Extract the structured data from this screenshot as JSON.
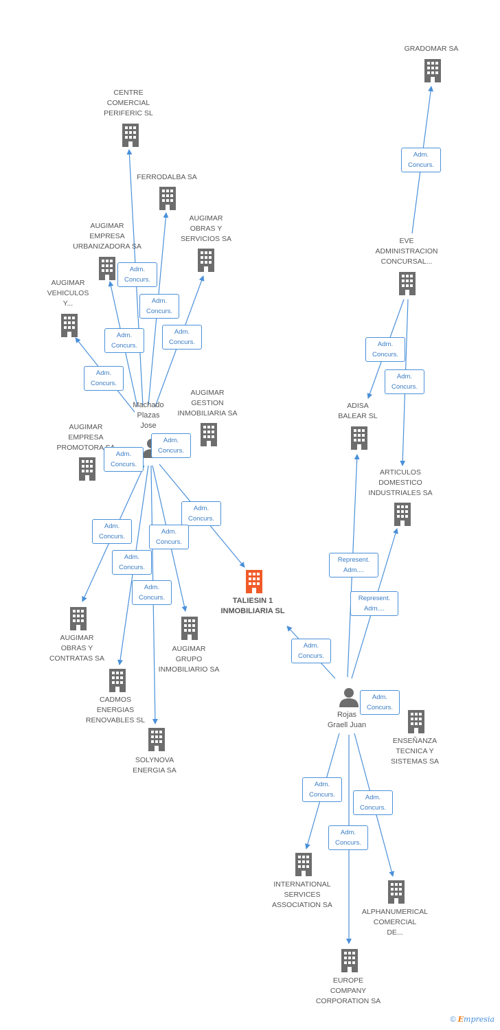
{
  "colors": {
    "edge": "#4a90d9",
    "building": "#6d6d6d",
    "center_building": "#f05a28",
    "person": "#6d6d6d",
    "text": "#555555"
  },
  "nodes": {
    "gradomar": "GRADOMAR SA",
    "centre": "CENTRE\nCOMERCIAL\nPERIFERIC SL",
    "ferrodalba": "FERRODALBA SA",
    "augimar_obras_servicios": "AUGIMAR\nOBRAS Y\nSERVICIOS SA",
    "augimar_urbanizadora": "AUGIMAR\nEMPRESA\nURBANIZADORA SA",
    "augimar_vehiculos": "AUGIMAR\nVEHICULOS\nY...",
    "eve": "EVE\nADMINISTRACION\nCONCURSAL...",
    "machado": "Machado\nPlazas\nJose",
    "augimar_gestion": "AUGIMAR\nGESTION\nINMOBILIARIA SA",
    "augimar_promotora": "AUGIMAR\nEMPRESA\nPROMOTORA SA",
    "adisa": "ADISA\nBALEAR SL",
    "articulos": "ARTICULOS\nDOMESTICO\nINDUSTRIALES SA",
    "taliesin": "TALIESIN 1\nINMOBILIARIA SL",
    "augimar_obras_contratas": "AUGIMAR\nOBRAS Y\nCONTRATAS SA",
    "augimar_grupo": "AUGIMAR\nGRUPO\nINMOBILIARIO SA",
    "cadmos": "CADMOS\nENERGIAS\nRENOVABLES SL",
    "solynova": "SOLYNOVA\nENERGIA SA",
    "rojas": "Rojas\nGraell Juan",
    "ensenanza": "ENSEÑANZA\nTECNICA Y\nSISTEMAS SA",
    "international": "INTERNATIONAL\nSERVICES\nASSOCIATION SA",
    "alphanumerical": "ALPHANUMERICAL\nCOMERCIAL\nDE...",
    "europe": "EUROPE\nCOMPANY\nCORPORATION SA"
  },
  "edge_labels": {
    "adm_concurs": "Adm.\nConcurs.",
    "represent_adm": "Represent.\nAdm...."
  },
  "footer": {
    "copyright": "©",
    "brand_e": "E",
    "brand_rest": "mpresia"
  }
}
